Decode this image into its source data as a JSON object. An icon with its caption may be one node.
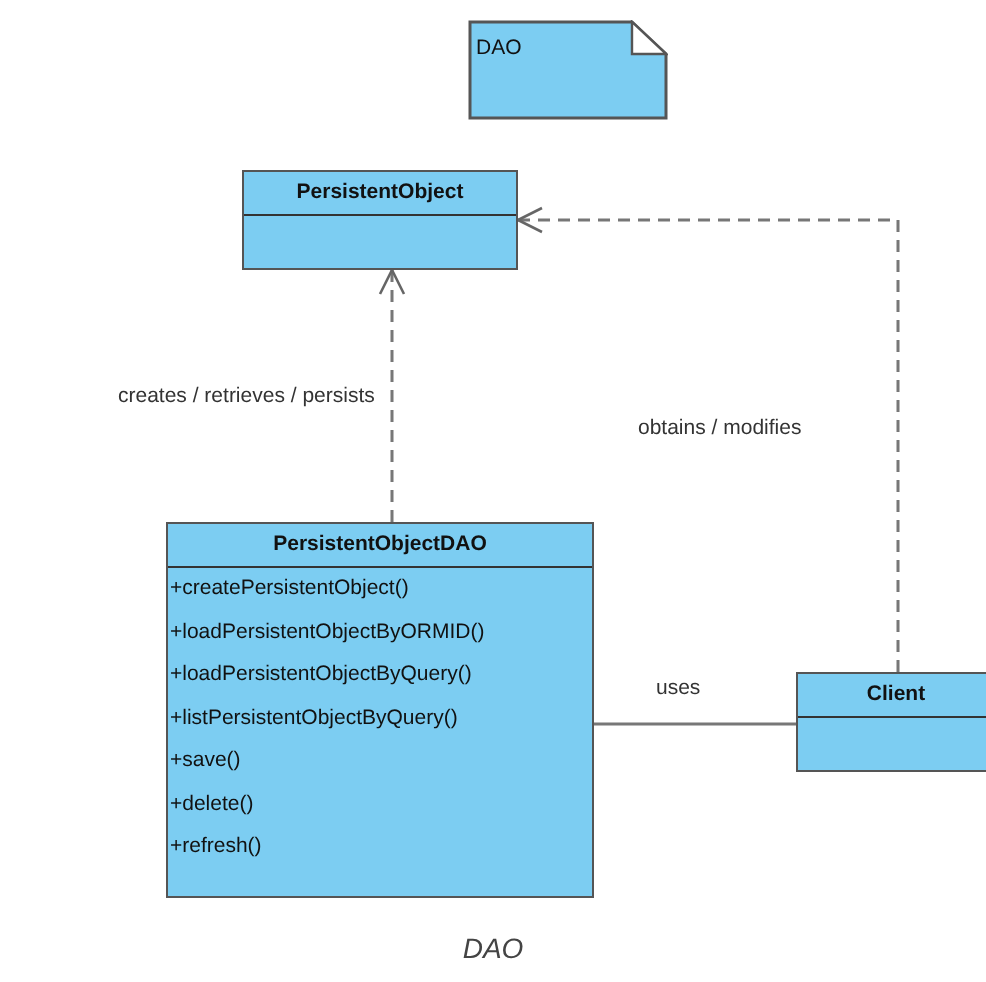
{
  "diagram": {
    "caption": "DAO",
    "nodes": [
      {
        "text": [
          "DAO"
        ]
      },
      {
        "text": [
          "PersistentObject"
        ]
      },
      {
        "text": [
          "PersistentObjectDAO",
          "+createPersistentObject()",
          "+loadPersistentObjectByORMID()",
          "+loadPersistentObjectByQuery()",
          "+listPersistentObjectByQuery()",
          "+save()",
          "+delete()",
          "+refresh()"
        ]
      },
      {
        "text": [
          "Client"
        ]
      }
    ],
    "edges": [
      {
        "from": 2,
        "to": 1,
        "arrow": "to",
        "label": "creates / retrieves / persists",
        "style": "dashed"
      },
      {
        "from": 3,
        "to": 1,
        "arrow": "to",
        "label": "obtains / modifies",
        "style": "dashed"
      },
      {
        "from": 2,
        "to": 3,
        "arrow": "none",
        "label": "uses"
      }
    ]
  }
}
